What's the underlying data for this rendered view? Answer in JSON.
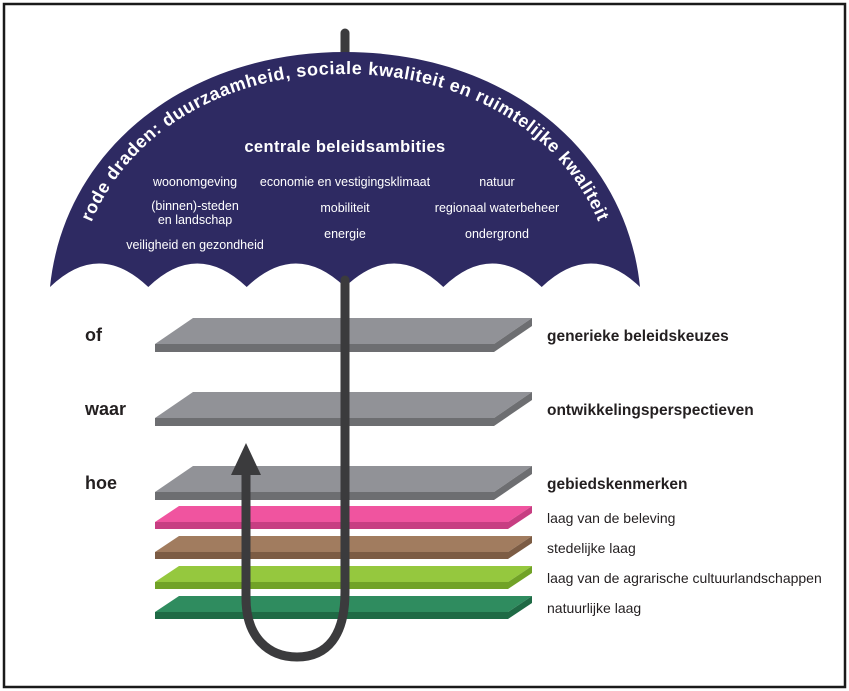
{
  "umbrella": {
    "color": "#2e2a62",
    "arc_text": "rode draden: duurzaamheid, sociale kwaliteit en ruimtelijke kwaliteit",
    "title": "centrale beleidsambities",
    "columns": [
      {
        "lines": [
          "woonomgeving",
          "(binnen)-steden",
          "en landschap",
          "veiligheid en gezondheid"
        ]
      },
      {
        "lines": [
          "economie en vestigingsklimaat",
          "mobiliteit",
          "energie"
        ]
      },
      {
        "lines": [
          "natuur",
          "regionaal waterbeheer",
          "ondergrond"
        ]
      }
    ]
  },
  "pole": {
    "color": "#3b3b3d"
  },
  "left_labels": [
    "of",
    "waar",
    "hoe"
  ],
  "layers": [
    {
      "label": "generieke beleidskeuzes",
      "color": "#919297",
      "color_dark": "#6d6e71",
      "bold": true
    },
    {
      "label": "ontwikkelingsperspectieven",
      "color": "#919297",
      "color_dark": "#6d6e71",
      "bold": true
    },
    {
      "label": "gebiedskenmerken",
      "color": "#919297",
      "color_dark": "#6d6e71",
      "bold": true
    },
    {
      "label": "laag van de beleving",
      "color": "#f0549f",
      "color_dark": "#c73e82",
      "bold": false
    },
    {
      "label": "stedelijke laag",
      "color": "#a17c5f",
      "color_dark": "#7c5c44",
      "bold": false
    },
    {
      "label": "laag van de agrarische cultuurlandschappen",
      "color": "#95c83e",
      "color_dark": "#71a227",
      "bold": false
    },
    {
      "label": "natuurlijke laag",
      "color": "#2f8c5f",
      "color_dark": "#1f6a45",
      "bold": false
    }
  ]
}
